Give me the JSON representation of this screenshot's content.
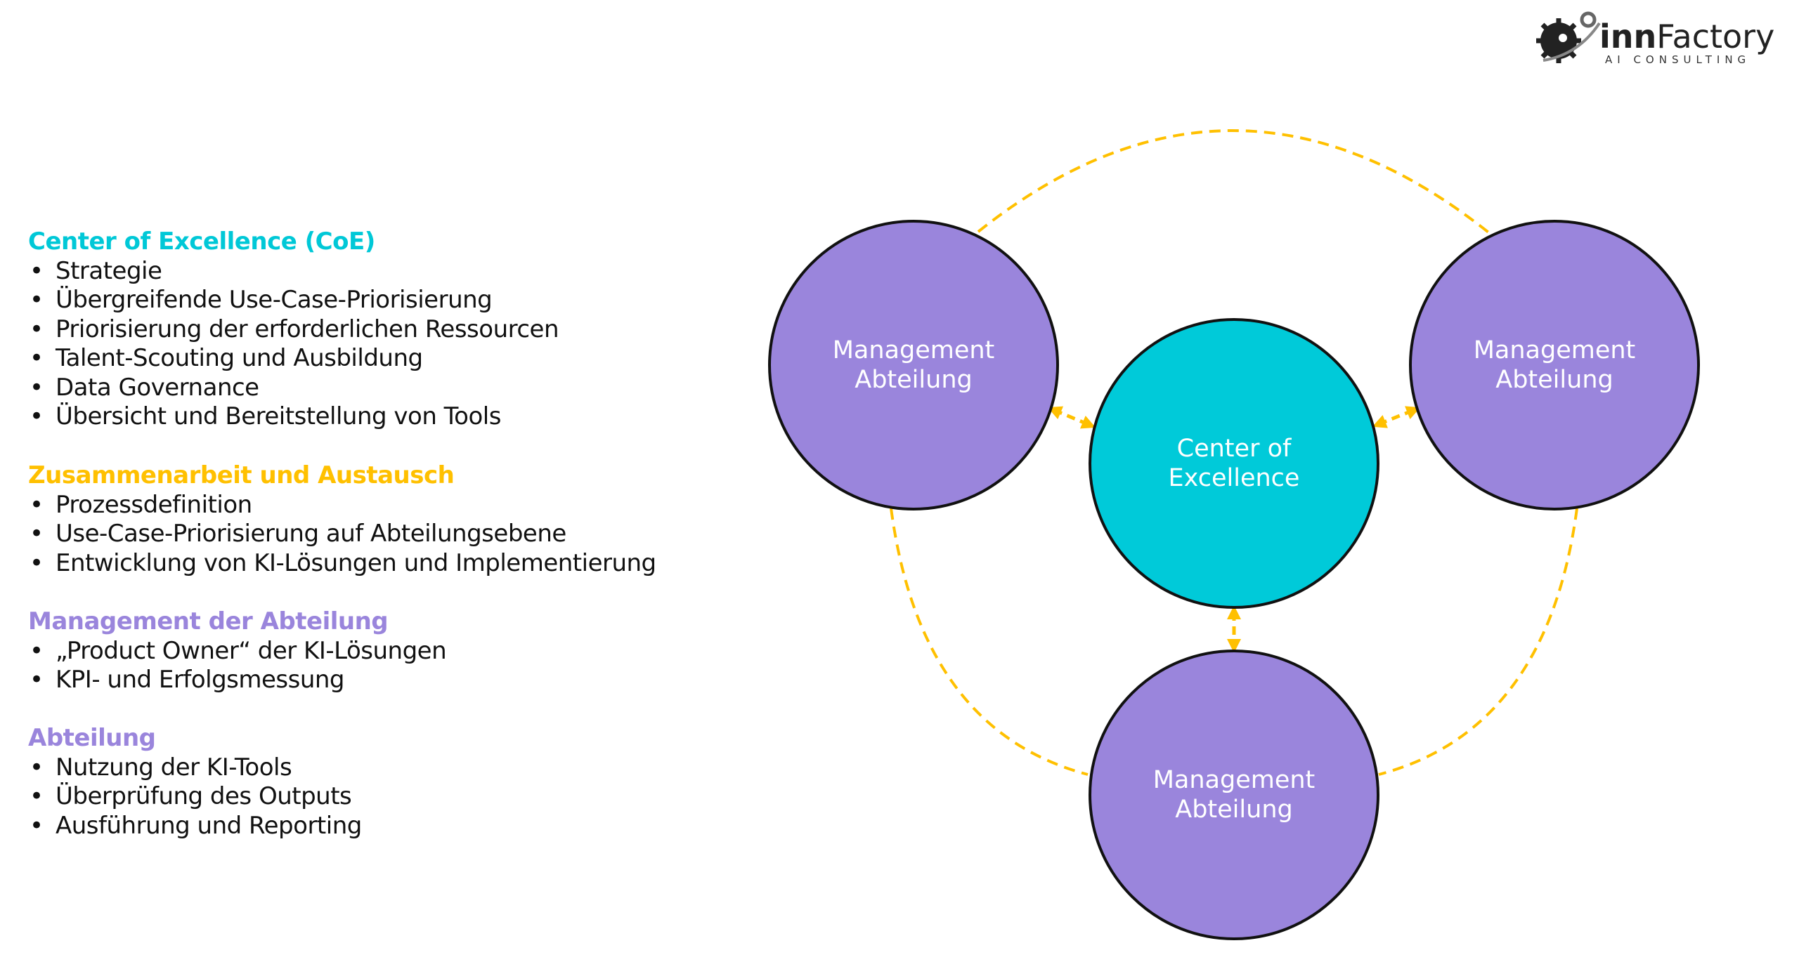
{
  "logo": {
    "text": "innFactory",
    "subtitle": "AI CONSULTING"
  },
  "colors": {
    "coe": "#00C8D7",
    "collab": "#FFC000",
    "management": "#9A85DC",
    "node_text": "#ffffff",
    "outline": "#111111"
  },
  "sections": [
    {
      "title": "Center of Excellence (CoE)",
      "color": "#00C8D7",
      "items": [
        "Strategie",
        "Übergreifende Use-Case-Priorisierung",
        "Priorisierung der erforderlichen Ressourcen",
        "Talent-Scouting und Ausbildung",
        "Data Governance",
        "Übersicht und Bereitstellung von Tools"
      ]
    },
    {
      "title": "Zusammenarbeit und Austausch",
      "color": "#FFC000",
      "items": [
        "Prozessdefinition",
        "Use-Case-Priorisierung auf Abteilungsebene",
        "Entwicklung von KI-Lösungen und Implementierung"
      ]
    },
    {
      "title": "Management der Abteilung",
      "color": "#9A85DC",
      "items": [
        "„Product Owner“ der KI-Lösungen",
        "KPI- und Erfolgsmessung"
      ]
    },
    {
      "title": "Abteilung",
      "color": "#9A85DC",
      "items": [
        "Nutzung der KI-Tools",
        "Überprüfung des Outputs",
        "Ausführung und Reporting"
      ]
    }
  ],
  "diagram": {
    "center": {
      "line1": "Center of",
      "line2": "Excellence"
    },
    "nodes": [
      {
        "line1": "Management",
        "line2": "Abteilung"
      },
      {
        "line1": "Management",
        "line2": "Abteilung"
      },
      {
        "line1": "Management",
        "line2": "Abteilung"
      }
    ]
  }
}
